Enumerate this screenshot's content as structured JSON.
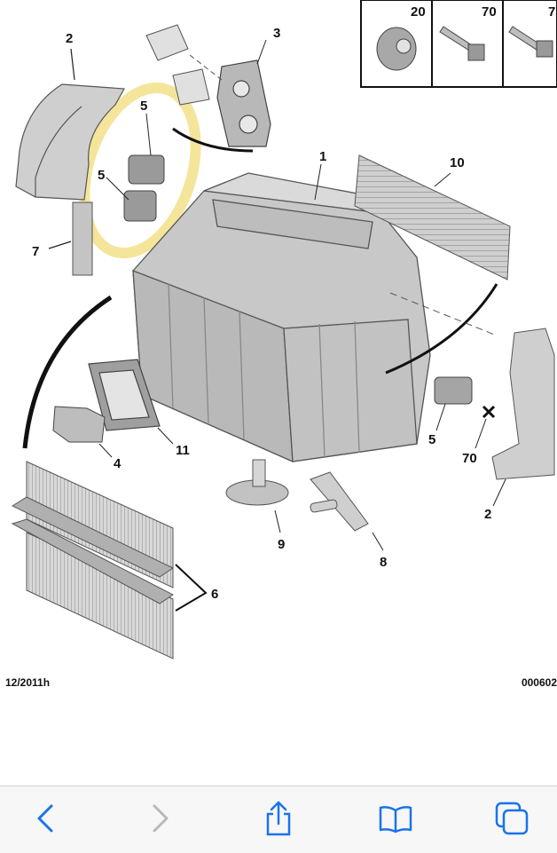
{
  "diagram": {
    "callouts": {
      "c1": "1",
      "c2a": "2",
      "c2b": "2",
      "c3": "3",
      "c4": "4",
      "c5a": "5",
      "c5b": "5",
      "c5c": "5",
      "c6": "6",
      "c7": "7",
      "c8": "8",
      "c9": "9",
      "c10": "10",
      "c11": "11",
      "c70": "70"
    },
    "inset": {
      "h20": "20",
      "h70": "70",
      "h7x": "7"
    },
    "footer": {
      "date": "12/2011h",
      "code": "000602"
    },
    "colors": {
      "highlight": "#f2e08a",
      "part_fill": "#c9c9c9",
      "part_stroke": "#555555",
      "accent": "#1a73e8"
    }
  },
  "toolbar": {
    "back": "back-icon",
    "forward": "forward-icon",
    "share": "share-icon",
    "bookmarks": "bookmarks-icon",
    "tabs": "tabs-icon"
  }
}
